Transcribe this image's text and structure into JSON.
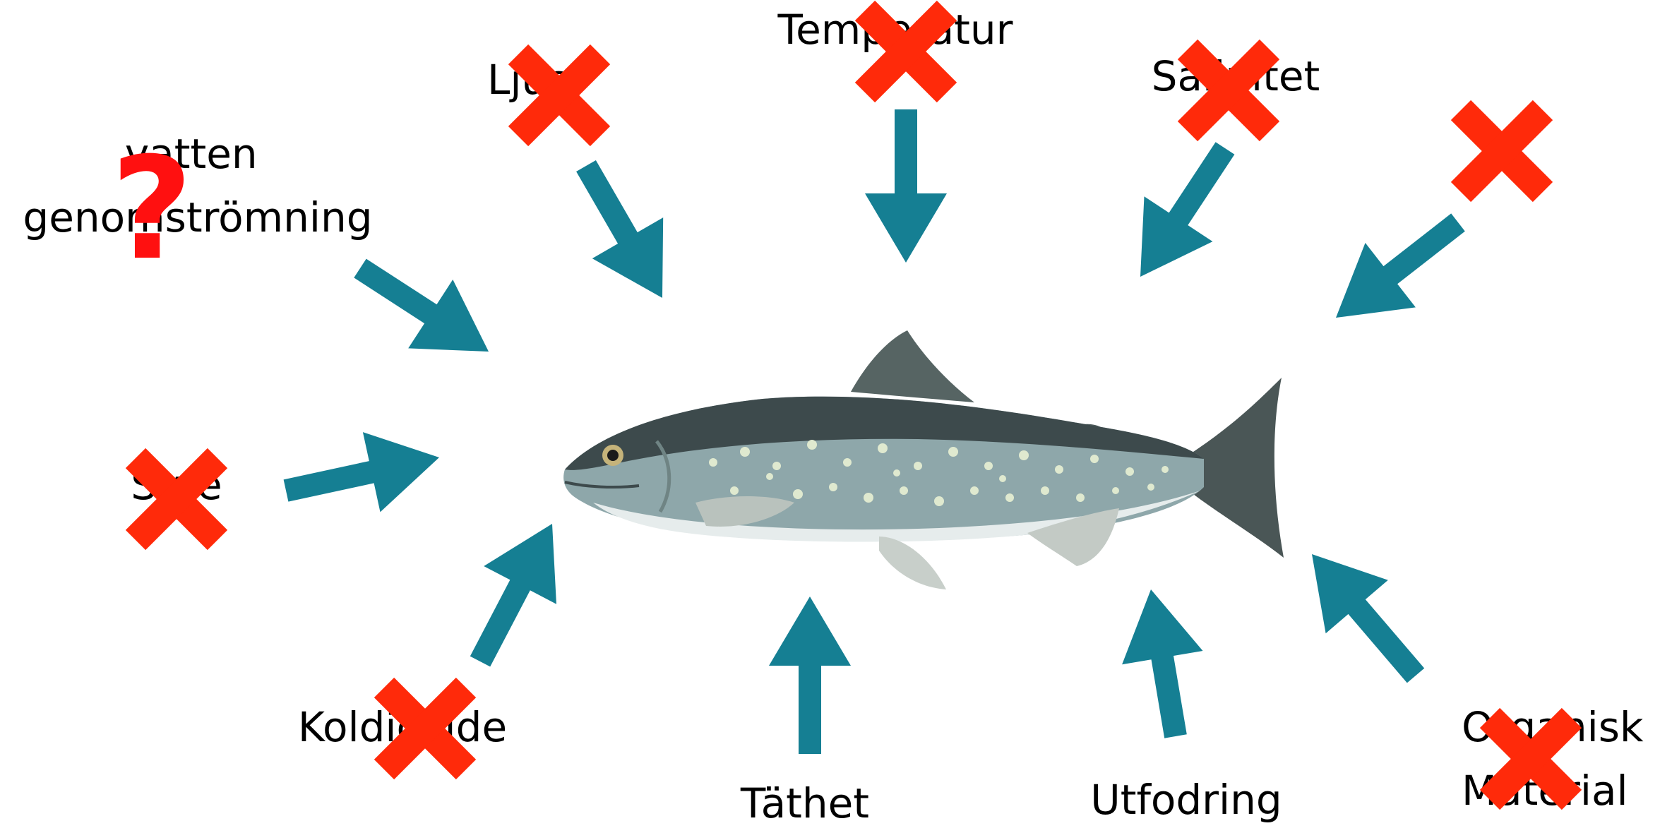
{
  "colors": {
    "arrow": "#157f93",
    "cross": "#ff2a0a",
    "question": "#ff1010"
  },
  "factors": [
    {
      "id": "vatten",
      "lines": [
        "vatten",
        "genomströmning"
      ],
      "mark": "question"
    },
    {
      "id": "ljus",
      "lines": [
        "Ljus"
      ],
      "mark": "cross"
    },
    {
      "id": "temperatur",
      "lines": [
        "Temperatur"
      ],
      "mark": "cross"
    },
    {
      "id": "salinitet",
      "lines": [
        "Salinitet"
      ],
      "mark": "cross"
    },
    {
      "id": "unlabeled",
      "lines": [],
      "mark": "cross"
    },
    {
      "id": "syre",
      "lines": [
        "Syre"
      ],
      "mark": "cross"
    },
    {
      "id": "koldioxide",
      "lines": [
        "Koldioxide"
      ],
      "mark": "cross"
    },
    {
      "id": "tathet",
      "lines": [
        "Täthet"
      ],
      "mark": "none"
    },
    {
      "id": "utfodring",
      "lines": [
        "Utfodring"
      ],
      "mark": "none"
    },
    {
      "id": "organisk",
      "lines": [
        "Organisk",
        "Material"
      ],
      "mark": "cross"
    }
  ],
  "question_mark": "?"
}
